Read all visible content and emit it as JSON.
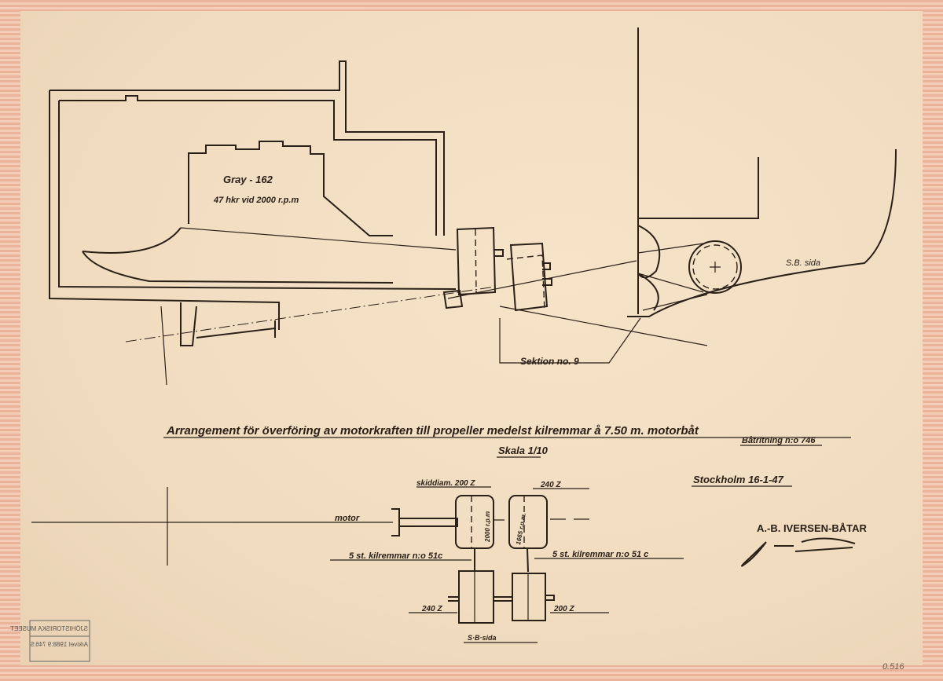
{
  "title": "Arrangement för överföring av motorkraften till propeller medelst kilremmar å 7.50 m. motorbåt",
  "scale": "Skala 1/10",
  "drawing_number": "Båtritning n:o 746",
  "place_date": "Stockholm 16-1-47",
  "company": "A.-B. IVERSEN-BÅTAR",
  "signature": "Joh. M. Iversen",
  "engine": {
    "model": "Gray - 162",
    "power": "47 hkr vid 2000 r.p.m"
  },
  "section_label": "Sektion no. 9",
  "section_side": "S.B. sida",
  "plan": {
    "motor": "motor",
    "pulley_top_left": "skiddiam. 200 Z",
    "pulley_top_right": "240 Z",
    "rpm_left": "2000 r.p.m",
    "rpm_right": "1665 r.p.m.",
    "belts_left": "5 st. kilremmar n:o 51c",
    "belts_right": "5 st. kilremmar n:o 51 c",
    "pulley_bottom_left": "240 Z",
    "pulley_bottom_right": "200 Z",
    "side": "S·B·sida"
  },
  "stamp": {
    "museum": "SJÖHISTORISKA MUSEET",
    "archive": "Arkivet 1988:9 746:5"
  },
  "corner_note": "0.516"
}
